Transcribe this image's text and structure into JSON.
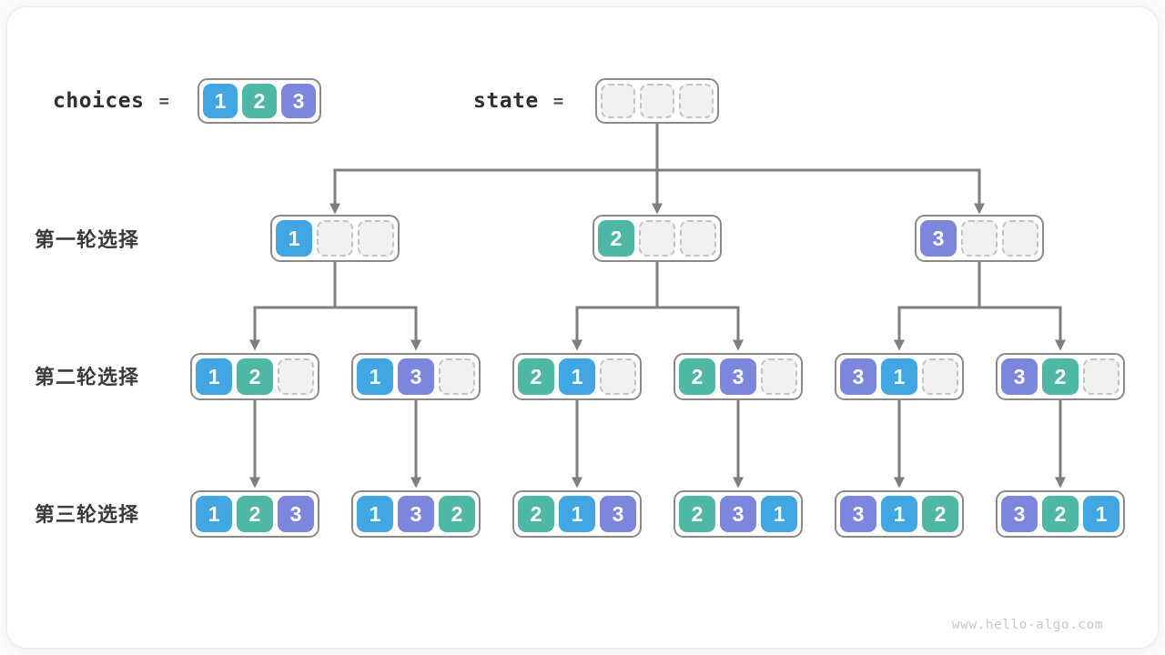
{
  "legend": {
    "choices": {
      "label": "choices",
      "equals": "=",
      "cells": [
        1,
        2,
        3
      ]
    },
    "state": {
      "label": "state",
      "equals": "=",
      "cells": [
        null,
        null,
        null
      ]
    }
  },
  "round_labels": [
    "第一轮选择",
    "第二轮选择",
    "第三轮选择"
  ],
  "tree": {
    "level1": [
      [
        1,
        null,
        null
      ],
      [
        2,
        null,
        null
      ],
      [
        3,
        null,
        null
      ]
    ],
    "level2": [
      [
        1,
        2,
        null
      ],
      [
        1,
        3,
        null
      ],
      [
        2,
        1,
        null
      ],
      [
        2,
        3,
        null
      ],
      [
        3,
        1,
        null
      ],
      [
        3,
        2,
        null
      ]
    ],
    "level3": [
      [
        1,
        2,
        3
      ],
      [
        1,
        3,
        2
      ],
      [
        2,
        1,
        3
      ],
      [
        2,
        3,
        1
      ],
      [
        3,
        1,
        2
      ],
      [
        3,
        2,
        1
      ]
    ]
  },
  "colors": {
    "1": "#41a6e1",
    "2": "#4fb8a4",
    "3": "#7b86dc",
    "empty_bg": "#f1f1f1",
    "node_border": "#8a8a8a",
    "arrow": "#7f7f7f"
  },
  "watermark": "www.hello-algo.com"
}
